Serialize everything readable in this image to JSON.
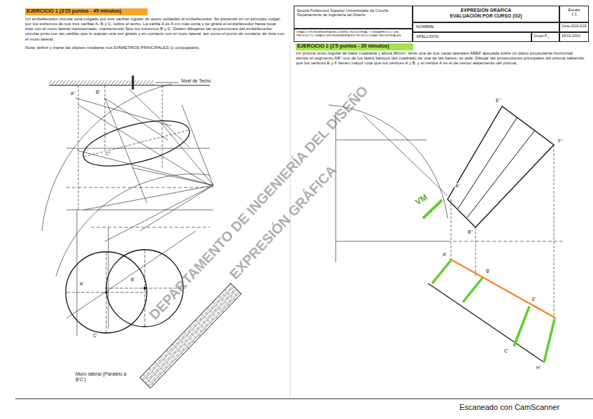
{
  "diagram": {
    "nodes": [
      {
        "text": [
          "EJERCICIO 1 (3'25 puntos - 45 minutos)"
        ]
      },
      {
        "text": [
          "Escola Politécnica Superior Universidade da Coruña",
          "Departamento de Ingeniería del Diseño"
        ]
      },
      {
        "text": [
          "EXPRESIÓN GRÁFICA",
          "EVALUACIÓN POR CURSO (G2)"
        ]
      },
      {
        "text": [
          "Escala",
          "1:1"
        ]
      },
      {
        "text": [
          "GRADO EN INGENIERÍA EN DISEÑO INDUSTRIAL Y DESARROLLO DEL PRODUCTO GRADO EN INGENIERÍA EN TECNOLOGÍAS INDUSTRIALES"
        ]
      },
      {
        "text": [
          "NOMBRE:"
        ]
      },
      {
        "text": [
          "Curso 2018-2019"
        ]
      },
      {
        "text": [
          "APELLIDOS:"
        ]
      },
      {
        "text": [
          "Grupo P_"
        ]
      },
      {
        "text": [
          "18-01-2019"
        ]
      },
      {
        "text": [
          "EJERCICIO 2 (2'5 puntos - 30 minutos)"
        ]
      }
    ],
    "labels": [
      "Un embellecedor circular está colgado por tres varillas rígidas de acero soldadas al embellecedor. Se pretende en un principio colgar, por los extremos de sus tres varillas A, B y C, sobre el techo. La varilla A es 6 cm más corta y se girará el embellecedor hasta tocar éste con el muro lateral representado, manteniendo fijos los extremos B y C. Deben dibujarse las proyecciones del embellecedor circular junto con las varillas que lo sujetan una vez girado y en contacto con el muro lateral, así como el punto de contacto de éste con el muro lateral.",
      "Nota: definir y trazar las elipses mediante sus DIÁMETROS PRINCIPALES (o conjugados).",
      "Nivel de Techo",
      "A''",
      "B''",
      "C''",
      "B'",
      "A'",
      "C'",
      "Muro lateral (Paralelo a B'C')",
      "Un prisma recto regular de base cuadrada y altura 80mm, tiene una de sus caras laterales ABEF apoyada sobre un plano proyectante horizontal, siendo el segmento AB'' uno de los lados básicos del cuadrado de una de las bases; se pide: Dibujar las proyecciones principales del prisma sabiendo que los vértices E y F tienen mayor cota que los vértices A y B, y el vértice A es el de menor alejamiento del prisma.",
      "E''",
      "F''",
      "A''",
      "B''",
      "A'",
      "B'",
      "E'",
      "C'",
      "H'",
      "VM",
      "DEPARTAMENTO DE INGENIERÍA DEL DISEÑO",
      "EXPRESIÓN GRÁFICA",
      "Escaneado con CamScanner"
    ]
  }
}
